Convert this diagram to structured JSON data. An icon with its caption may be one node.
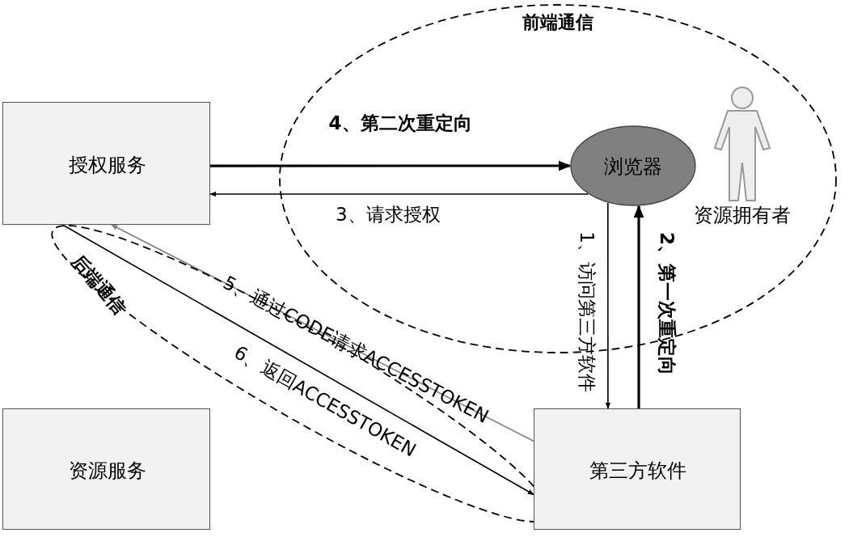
{
  "diagram": {
    "nodes": [
      {
        "text": [
          "前端通信"
        ]
      },
      {
        "text": [
          "授权服务"
        ]
      },
      {
        "text": [
          "浏览器"
        ],
        "in": 0
      },
      {
        "text": [
          "资源拥有者"
        ],
        "in": 0
      },
      {
        "text": [
          "资源服务"
        ]
      },
      {
        "text": [
          "第三方软件"
        ]
      }
    ],
    "edges": [
      {
        "from": 1,
        "to": 2,
        "arrow": "to",
        "label": "4、第二次重定向",
        "style": "thick"
      },
      {
        "from": 2,
        "to": 1,
        "arrow": "to",
        "label": "3、请求授权"
      },
      {
        "from": 2,
        "to": 5,
        "arrow": "to",
        "label": "1、访问第三方软件"
      },
      {
        "from": 5,
        "to": 2,
        "arrow": "to",
        "label": "2、第一次重定向",
        "style": "thick"
      },
      {
        "from": 5,
        "to": 1,
        "arrow": "to",
        "label": "5、通过CODE请求ACCESSTOKEN",
        "color": "#808080"
      },
      {
        "from": 1,
        "to": 5,
        "arrow": "to",
        "label": "6、返回ACCESSTOKEN"
      }
    ],
    "labels": [
      "后端通信"
    ]
  }
}
